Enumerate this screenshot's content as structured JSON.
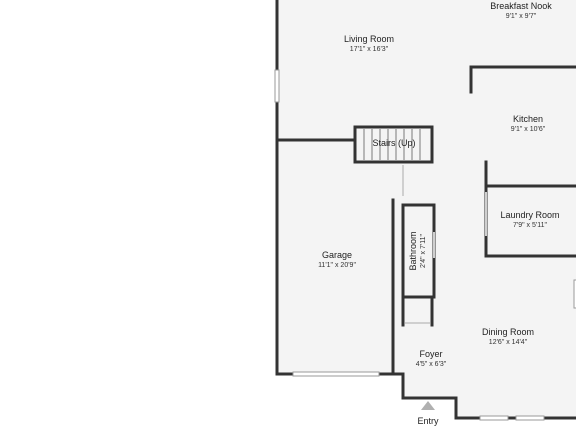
{
  "colors": {
    "floor": "#f4f4f4",
    "wall": "#333333",
    "entry_marker": "#b0b0b0"
  },
  "rooms": {
    "breakfast_nook": {
      "name": "Breakfast Nook",
      "dims": "9'1\" x 9'7\""
    },
    "living_room": {
      "name": "Living Room",
      "dims": "17'1\" x 16'3\""
    },
    "kitchen": {
      "name": "Kitchen",
      "dims": "9'1\" x 10'6\""
    },
    "stairs": {
      "name": "Stairs (Up)"
    },
    "laundry_room": {
      "name": "Laundry Room",
      "dims": "7'9\" x 5'11\""
    },
    "garage": {
      "name": "Garage",
      "dims": "11'1\" x 20'9\""
    },
    "bathroom": {
      "name": "Bathroom",
      "dims": "2'4\" x 7'11\""
    },
    "dining_room": {
      "name": "Dining Room",
      "dims": "12'6\" x 14'4\""
    },
    "foyer": {
      "name": "Foyer",
      "dims": "4'5\" x 6'3\""
    }
  },
  "entry": {
    "label": "Entry",
    "icon": "triangle-up-icon"
  }
}
